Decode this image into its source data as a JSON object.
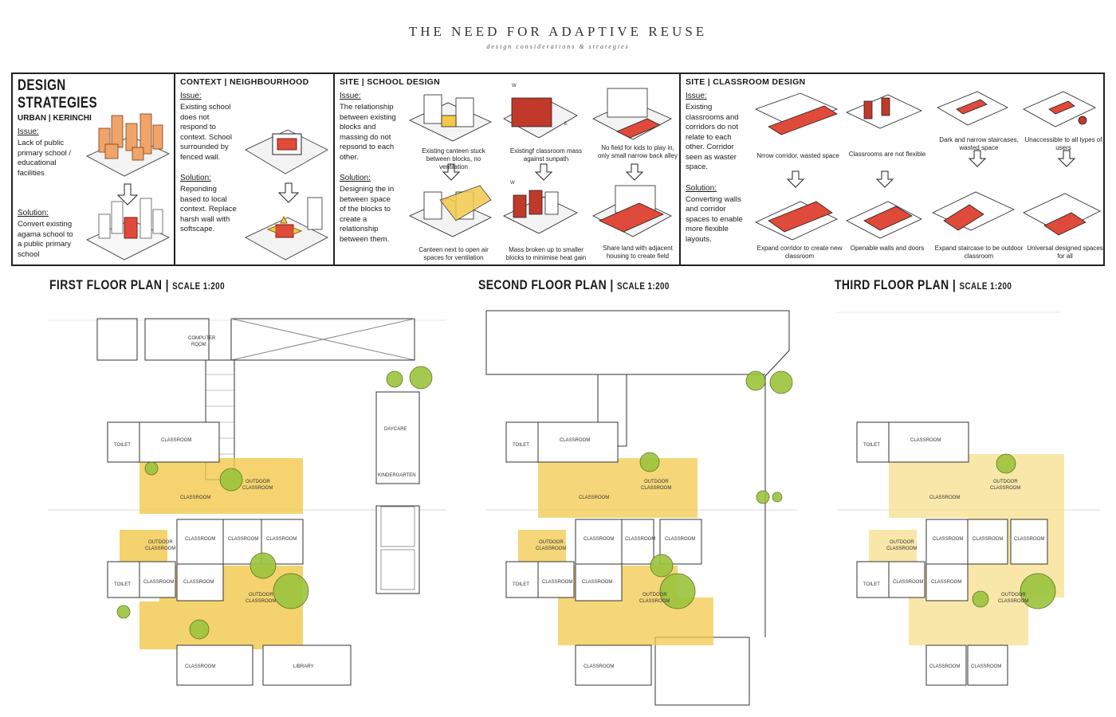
{
  "header": {
    "title": "THE NEED FOR ADAPTIVE REUSE",
    "subtitle": "design considerations & strategies"
  },
  "strategies": {
    "title": "DESIGN STRATEGIES",
    "subtitle": "URBAN | KERINCHI",
    "issue_label": "Issue:",
    "issue": "Lack of public primary school / educational facilities",
    "solution_label": "Solution:",
    "solution": "Convert existing agama school to a public primary school"
  },
  "context": {
    "title": "CONTEXT | NEIGHBOURHOOD",
    "issue_label": "Issue:",
    "issue": "Existing school does not respond to context. School surrounded by fenced wall.",
    "solution_label": "Solution:",
    "solution": "Reponding based to local context. Replace harsh wall with softscape."
  },
  "school": {
    "title": "SITE | SCHOOL DESIGN",
    "issue_label": "Issue:",
    "issue": "The relationship between existing blocks and massing do not repsond to each other.",
    "solution_label": "Solution:",
    "solution": "Designing the in between space of the blocks to create a relationship between them.",
    "captions": [
      "Existing canteen stuck between blocks, no ventilation",
      "Existingf classroom mass against sunpath",
      "No field for kids to play in, only small narrow back alley",
      "Canteen next to open air spaces for ventilation",
      "Mass broken up to smaller blocks to minimise heat gain",
      "Share land with adjacent housing to create field"
    ],
    "compass": [
      "W",
      "E"
    ]
  },
  "classroom": {
    "title": "SITE | CLASSROOM DESIGN",
    "issue_label": "Issue:",
    "issue": "Existing classrooms and corridors do not relate to each other. Corridor seen as waster space.",
    "solution_label": "Solution:",
    "solution": "Converting walls and corridor spaces to enable more flexible layouts.",
    "captions": [
      "Nrrow corridor, wasted space",
      "Classrooms are not flexible",
      "Dark and narrow staircases, wasted space",
      "Unaccessible to all types of users",
      "Expand corridor to create new classroom",
      "Openable walls and doors",
      "Expand staircase to be outdoor classroom",
      "Universal designed spaces for all"
    ]
  },
  "plans": [
    {
      "title": "FIRST FLOOR PLAN",
      "scale": "SCALE 1:200"
    },
    {
      "title": "SECOND FLOOR PLAN",
      "scale": "SCALE 1:200"
    },
    {
      "title": "THIRD FLOOR PLAN",
      "scale": "SCALE 1:200"
    }
  ],
  "room_labels": {
    "classroom": "CLASSROOM",
    "toilet": "TOILET",
    "outdoor": "OUTDOOR",
    "computer": "COMPUTER",
    "room": "ROOM",
    "daycare": "DAYCARE",
    "kindergarten": "KINDERGARTEN",
    "library": "LIBRARY"
  },
  "colors": {
    "accent": "#f2c94c",
    "highlight": "#f7e39a",
    "red": "#c0392b",
    "tree": "#9cc43d",
    "line": "#333333"
  }
}
